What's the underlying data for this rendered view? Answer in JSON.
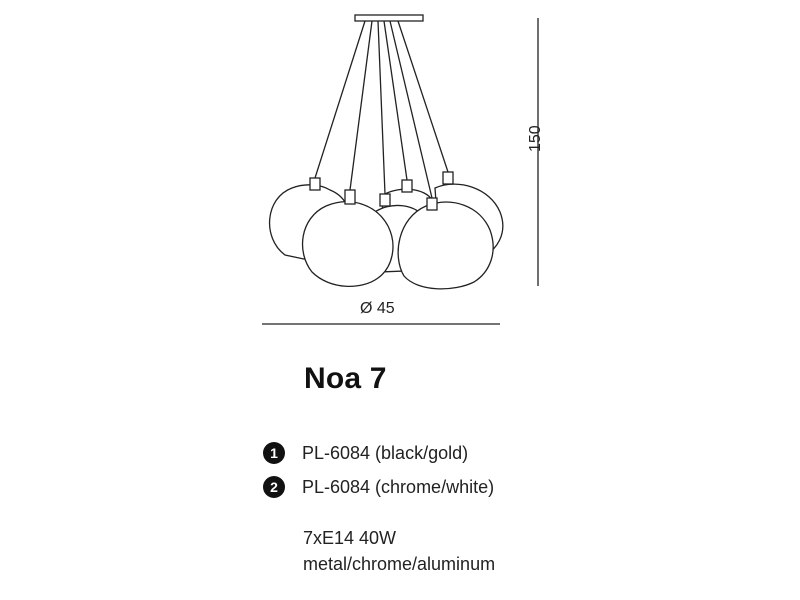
{
  "dimensions": {
    "height": "150",
    "diameter": "Ø 45"
  },
  "product": {
    "title": "Noa 7"
  },
  "variants": [
    {
      "marker": "1",
      "label": "PL-6084 (black/gold)"
    },
    {
      "marker": "2",
      "label": "PL-6084 (chrome/white)"
    }
  ],
  "specs": {
    "bulbs": "7xE14 40W",
    "materials": "metal/chrome/aluminum"
  },
  "colors": {
    "line": "#222222",
    "fill": "#ffffff",
    "marker_bg": "#111111"
  }
}
